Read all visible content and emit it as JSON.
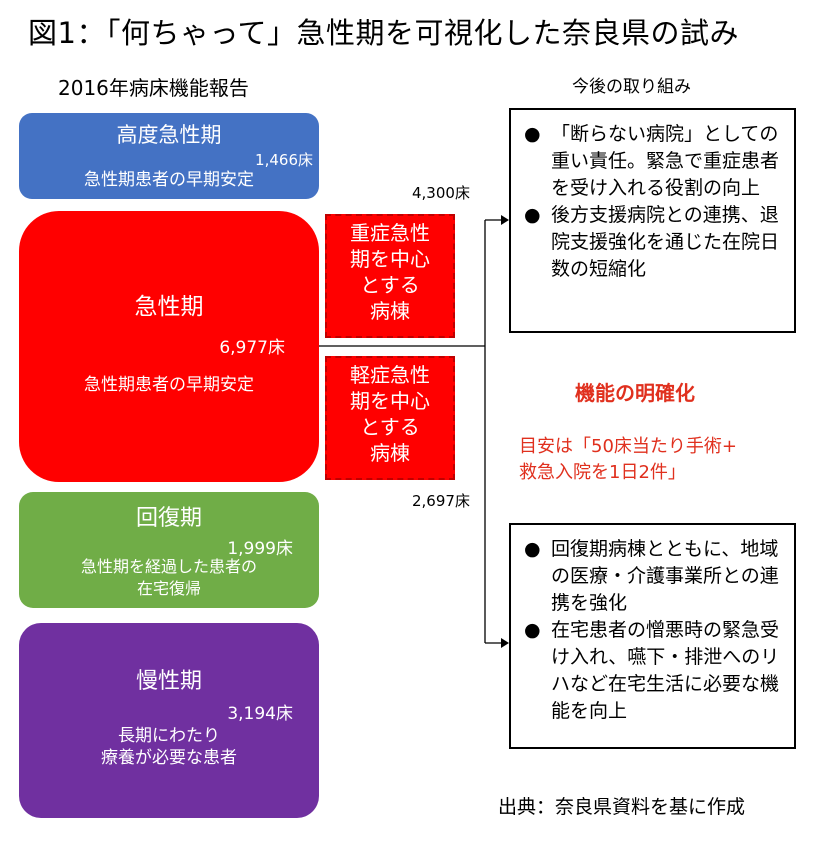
{
  "title": "図1：「何ちゃって」急性期を可視化した奈良県の試み",
  "left_heading": "2016年病床機能報告",
  "right_heading": "今後の取り組み",
  "categories": {
    "high_acute": {
      "name": "高度急性期",
      "beds": "1,466床",
      "desc": "急性期患者の早期安定",
      "color": "#4472c4"
    },
    "acute": {
      "name": "急性期",
      "beds": "6,977床",
      "desc": "急性期患者の早期安定",
      "color": "#ff0000"
    },
    "recovery": {
      "name": "回復期",
      "beds": "1,999床",
      "desc_line1": "急性期を経過した患者の",
      "desc_line2": "在宅復帰",
      "color": "#70ad47"
    },
    "chronic": {
      "name": "慢性期",
      "beds": "3,194床",
      "desc_line1": "長期にわたり",
      "desc_line2": "療養が必要な患者",
      "color": "#7030a0"
    }
  },
  "wards": {
    "severe": [
      "重症急性",
      "期を中心",
      "とする",
      "病棟"
    ],
    "mild": [
      "軽症急性",
      "期を中心",
      "とする",
      "病棟"
    ]
  },
  "split": {
    "top": "4,300床",
    "bottom": "2,697床"
  },
  "plan_top": [
    {
      "bullet": "●",
      "text": "「断らない病院」としての重い責任。緊急で重症患者を受け入れる役割の向上"
    },
    {
      "bullet": "●",
      "text": "後方支援病院との連携、退院支援強化を通じた在院日数の短縮化"
    }
  ],
  "plan_bottom": [
    {
      "bullet": "●",
      "text": "回復期病棟とともに、地域の医療・介護事業所との連携を強化"
    },
    {
      "bullet": "●",
      "text": "在宅患者の憎悪時の緊急受け入れ、嚥下・排泄へのリハなど在宅生活に必要な機能を向上"
    }
  ],
  "clarify": "機能の明確化",
  "target_line1": "目安は「50床当たり手術+",
  "target_line2": "救急入院を1日2件」",
  "source": "出典：奈良県資料を基に作成"
}
